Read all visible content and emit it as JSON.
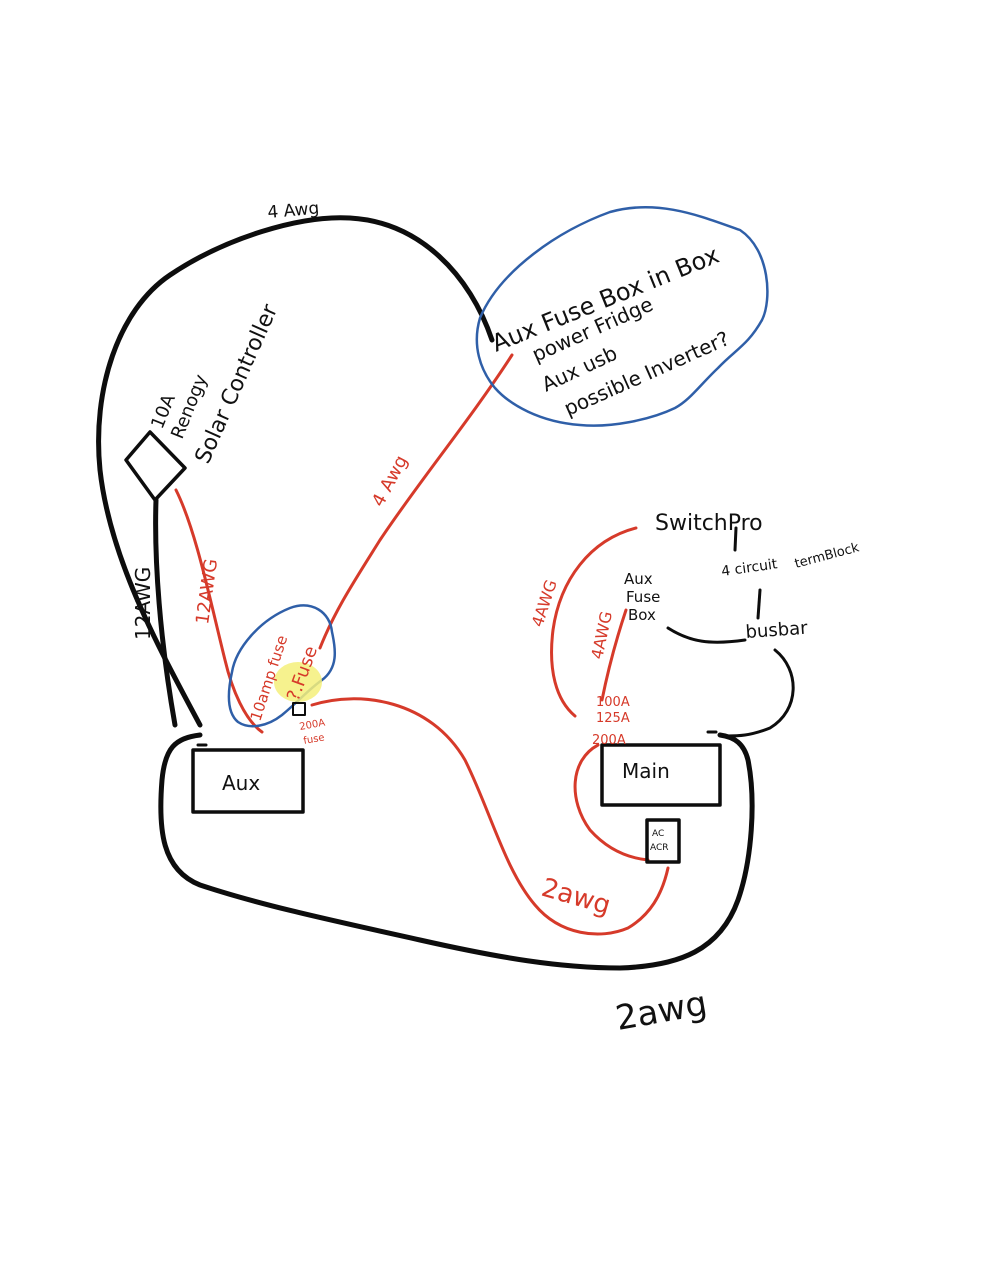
{
  "labels": {
    "top_wire": "4 Awg",
    "left_wire": "12AWG",
    "red_left_wire": "12AWG",
    "red_diag_wire": "4 Awg",
    "renogy_line1": "10A",
    "renogy_line2": "Renogy",
    "renogy_line3": "Solar Controller",
    "aux_fusebox_line1": "Aux Fuse Box in Box",
    "aux_fusebox_line2": "power Fridge",
    "aux_fusebox_line3": "Aux usb",
    "aux_fusebox_line4": "possible Inverter?",
    "fuse_10amp": "10amp fuse",
    "fuse_q": "?.Fuse",
    "fuse_200a_line1": "200A",
    "fuse_200a_line2": "fuse",
    "aux_battery": "Aux",
    "main_battery": "Main",
    "switchpro": "SwitchPro",
    "circuit_line1": "4 circuit",
    "circuit_line2": "termBlock",
    "busbar": "busbar",
    "aux_fuse_box_line1": "Aux",
    "aux_fuse_box_line2": "Fuse",
    "aux_fuse_box_line3": "Box",
    "wire_4awg_a": "4AWG",
    "wire_4awg_b": "4AWG",
    "fuse_100a": "100A",
    "fuse_125a": "125A",
    "fuse_200a_main": "200A",
    "acr_line1": "AC",
    "acr_line2": "ACR",
    "red_bottom_wire": "2awg",
    "black_bottom_wire": "2awg"
  },
  "colors": {
    "black_wire": "#0d0d0d",
    "red_wire": "#d63a2a",
    "blue_outline": "#2f5fa8",
    "highlight": "#f5f07a"
  }
}
